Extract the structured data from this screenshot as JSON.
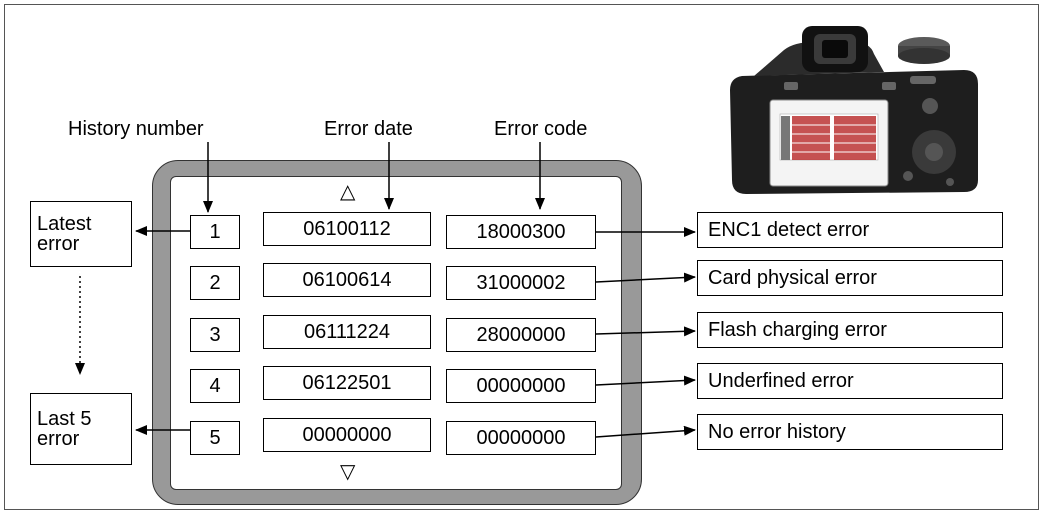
{
  "headers": {
    "history_number": "History number",
    "error_date": "Error date",
    "error_code": "Error code"
  },
  "side_labels": {
    "latest": [
      "Latest",
      "error"
    ],
    "last": [
      "Last 5",
      "error"
    ]
  },
  "rows": [
    {
      "num": "1",
      "date": "06100112",
      "code": "18000300",
      "desc": "ENC1 detect error"
    },
    {
      "num": "2",
      "date": "06100614",
      "code": "31000002",
      "desc": "Card physical error"
    },
    {
      "num": "3",
      "date": "06111224",
      "code": "28000000",
      "desc": "Flash charging error"
    },
    {
      "num": "4",
      "date": "06122501",
      "code": "00000000",
      "desc": "Underfined error"
    },
    {
      "num": "5",
      "date": "00000000",
      "code": "00000000",
      "desc": "No error history"
    }
  ],
  "scroll": {
    "up": "△",
    "down": "▽"
  }
}
